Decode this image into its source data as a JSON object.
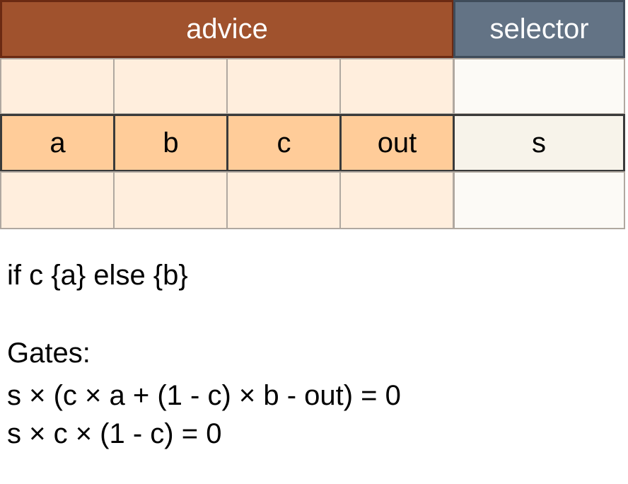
{
  "headers": {
    "advice": "advice",
    "selector": "selector"
  },
  "columns": {
    "a": "a",
    "b": "b",
    "c": "c",
    "out": "out",
    "s": "s"
  },
  "description": "if c {a} else {b}",
  "gates": {
    "title": "Gates:",
    "lines": [
      "s × (c × a + (1 - c) × b - out) = 0",
      "s × c × (1 - c) = 0"
    ]
  },
  "colors": {
    "advice_header": "#a0522d",
    "selector_header": "#637385",
    "advice_cell_light": "#ffeedd",
    "advice_cell_active": "#ffcc99",
    "selector_cell_light": "#fcfaf6",
    "selector_cell_active": "#f7f3ea"
  }
}
